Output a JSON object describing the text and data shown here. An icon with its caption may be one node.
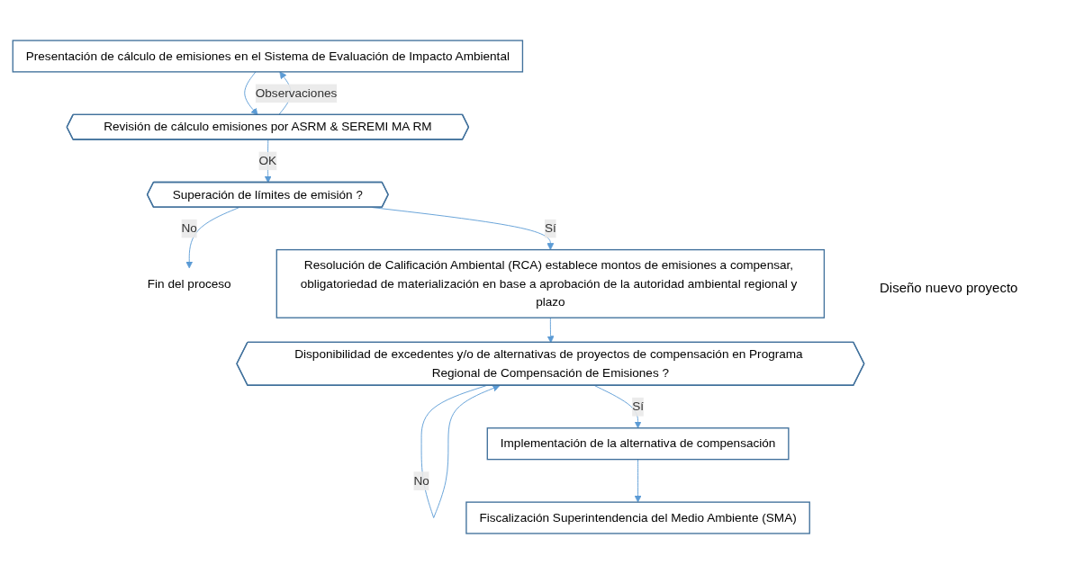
{
  "diagram": {
    "nodes": [
      {
        "text": [
          "Presentación de cálculo de emisiones en el Sistema de Evaluación de Impacto Ambiental"
        ]
      },
      {
        "text": [
          "Revisión de cálculo emisiones por ASRM & SEREMI MA RM"
        ]
      },
      {
        "text": [
          "Superación de límites de emisión ?"
        ]
      },
      {
        "text": [
          "Fin del proceso"
        ]
      },
      {
        "text": [
          "Resolución de Calificación Ambiental (RCA) establece montos de emisiones a compensar, obligatoriedad de materialización en base a aprobación de la autoridad ambiental regional y plazo"
        ]
      },
      {
        "text": [
          "Disponibilidad de excedentes y/o de alternativas de proyectos de compensación en Programa Regional de Compensación de Emisiones ?"
        ]
      },
      {
        "text": [
          "Implementación de la alternativa de compensación"
        ]
      },
      {
        "text": [
          "Fiscalización Superintendencia del Medio Ambiente (SMA)"
        ]
      }
    ],
    "edges": [
      {
        "from": 0,
        "to": 1,
        "arrow": "to"
      },
      {
        "from": 1,
        "to": 0,
        "arrow": "to",
        "label": "Observaciones"
      },
      {
        "from": 1,
        "to": 2,
        "arrow": "to",
        "label": "OK"
      },
      {
        "from": 2,
        "to": 3,
        "arrow": "to",
        "label": "No"
      },
      {
        "from": 2,
        "to": 4,
        "arrow": "to",
        "label": "Sí"
      },
      {
        "from": 4,
        "to": 5,
        "arrow": "to"
      },
      {
        "from": 5,
        "to": 5,
        "arrow": "to",
        "label": "No"
      },
      {
        "from": 5,
        "to": 6,
        "arrow": "to",
        "label": "Sí"
      },
      {
        "from": 6,
        "to": 7,
        "arrow": "to"
      }
    ],
    "labels": [
      "Diseño nuevo proyecto"
    ]
  }
}
